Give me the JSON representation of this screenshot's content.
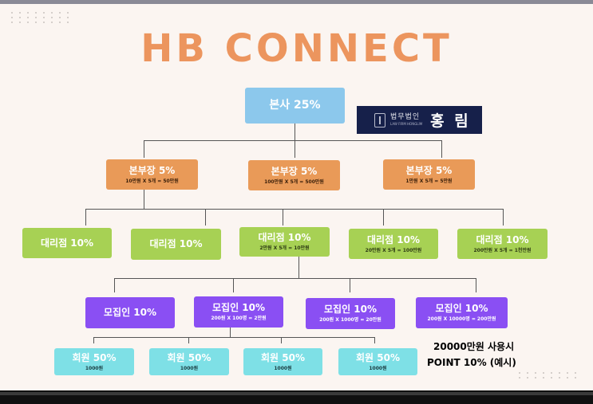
{
  "title": "HB CONNECT",
  "logo": {
    "small_text": "법무법인",
    "tiny_text": "LAW FIRM HONGLIM",
    "name": "홍 림"
  },
  "hq": {
    "label": "본사 25%"
  },
  "managers": [
    {
      "label": "본부장 5%",
      "sub": "10만원 X 5개 = 50만원"
    },
    {
      "label": "본부장 5%",
      "sub": "100만원 X 5개 = 500만원"
    },
    {
      "label": "본부장 5%",
      "sub": "1만원 X 5개 = 5만원"
    }
  ],
  "agencies": [
    {
      "label": "대리점 10%",
      "sub": ""
    },
    {
      "label": "대리점 10%",
      "sub": ""
    },
    {
      "label": "대리점 10%",
      "sub": "2만원 X 5개 = 10만원"
    },
    {
      "label": "대리점 10%",
      "sub": "20만원 X 5개 = 100만원"
    },
    {
      "label": "대리점 10%",
      "sub": "200만원 X 5개 = 1천만원"
    }
  ],
  "recruiters": [
    {
      "label": "모집인 10%",
      "sub": ""
    },
    {
      "label": "모집인 10%",
      "sub": "200원 X 100명 = 2만원"
    },
    {
      "label": "모집인 10%",
      "sub": "200원 X 1000명 = 20만원"
    },
    {
      "label": "모집인 10%",
      "sub": "200원 X 10000명 = 200만원"
    }
  ],
  "members": [
    {
      "label": "회원 50%",
      "sub": "1000원"
    },
    {
      "label": "회원 50%",
      "sub": "1000원"
    },
    {
      "label": "회원 50%",
      "sub": "1000원"
    },
    {
      "label": "회원 50%",
      "sub": "1000원"
    }
  ],
  "note": {
    "line1": "20000만원 사용시",
    "line2": "POINT 10% (예시)"
  },
  "colors": {
    "title": "#ec955e",
    "hq": "#8cc8ec",
    "manager": "#e99a58",
    "agency": "#a7d154",
    "recruiter": "#8a4ff3",
    "member": "#7ee0e6",
    "logo_bg": "#16204a"
  }
}
